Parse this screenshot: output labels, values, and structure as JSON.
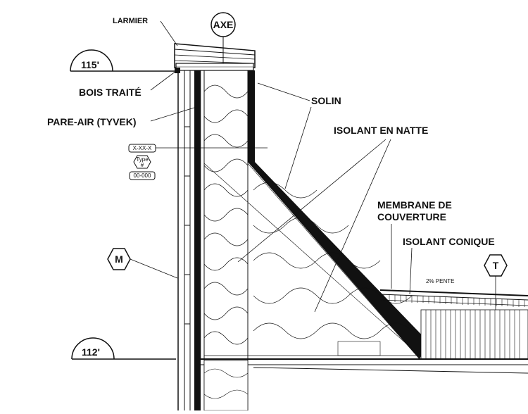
{
  "labels": {
    "larmier": "LARMIER",
    "axe": "AXE",
    "level_top": "115'",
    "bois_traite": "BOIS TRAITÉ",
    "pare_air": "PARE-AIR (TYVEK)",
    "solin": "SOLIN",
    "isolant_natte": "ISOLANT EN NATTE",
    "membrane_line1": "MEMBRANE  DE",
    "membrane_line2": "COUVERTURE",
    "isolant_conique": "ISOLANT CONIQUE",
    "pente": "2% PENTE",
    "tag_m": "M",
    "tag_t": "T",
    "level_bottom": "112'",
    "detail_ref": "X-XX-X",
    "type_line1": "Type",
    "type_line2": "#",
    "code": "00-000"
  },
  "colors": {
    "ink": "#111111",
    "background": "#ffffff"
  }
}
